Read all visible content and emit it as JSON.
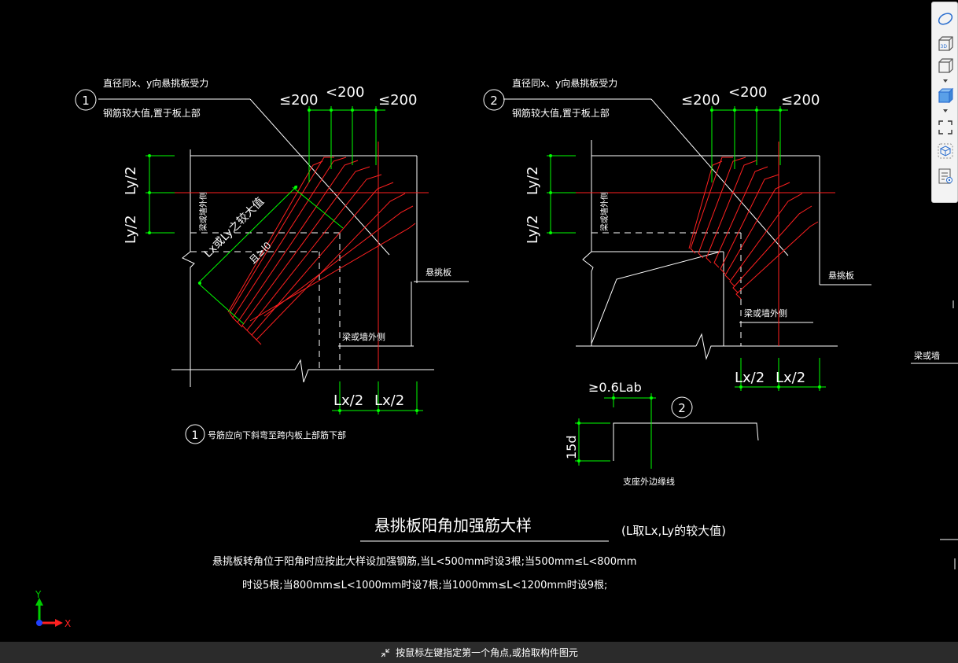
{
  "drawing": {
    "left_detail": {
      "number": "1",
      "note_line1": "直径同x、y向悬挑板受力",
      "note_line2": "钢筋较大值,置于板上部",
      "dim_top": [
        "≤200",
        "<200",
        "≤200"
      ],
      "dim_left": [
        "Ly/2",
        "Ly/2"
      ],
      "dim_bottom": [
        "Lx/2",
        "Lx/2"
      ],
      "diag_label": "Lx或Ly之较大值",
      "l0_label": "且≥l0",
      "beam_outer_v": "梁或墙外侧",
      "beam_outer_h": "梁或墙外侧",
      "cantilever": "悬挑板",
      "footnote_number": "1",
      "footnote": "号筋应向下斜弯至跨内板上部筋下部"
    },
    "right_detail": {
      "number": "2",
      "note_line1": "直径同x、y向悬挑板受力",
      "note_line2": "钢筋较大值,置于板上部",
      "dim_top": [
        "≤200",
        "<200",
        "≤200"
      ],
      "dim_left": [
        "Ly/2",
        "Ly/2"
      ],
      "dim_bottom": [
        "Lx/2",
        "Lx/2"
      ],
      "beam_outer_v": "梁或墙外侧",
      "beam_outer_h": "梁或墙外侧",
      "cantilever": "悬挑板",
      "beam_or_wall_far": "梁或墙"
    },
    "bar_detail": {
      "number": "2",
      "anchor": "≥0.6Lab",
      "hook": "15d",
      "support_line": "支座外边缘线"
    },
    "title": "悬挑板阳角加强筋大样",
    "title_note": "(L取Lx,Ly的较大值)",
    "desc_line1": "悬挑板转角位于阳角时应按此大样设加强钢筋,当L<500mm时设3根;当500mm≤L<800mm",
    "desc_line2": "时设5根;当800mm≤L<1000mm时设7根;当1000mm≤L<1200mm时设9根;",
    "axis": {
      "y": "Y",
      "x": "X"
    }
  },
  "toolbar": {
    "icons": [
      "orbit-icon",
      "3d-view-icon",
      "cube-icon",
      "cube-solid-icon",
      "fullscreen-icon",
      "model-cube-icon",
      "properties-icon"
    ]
  },
  "status": {
    "prompt": "按鼠标左键指定第一个角点,或拾取构件图元"
  },
  "colors": {
    "background": "#000000",
    "dimension": "#00ff00",
    "rebar": "#ff2020",
    "line": "#ffffff"
  }
}
